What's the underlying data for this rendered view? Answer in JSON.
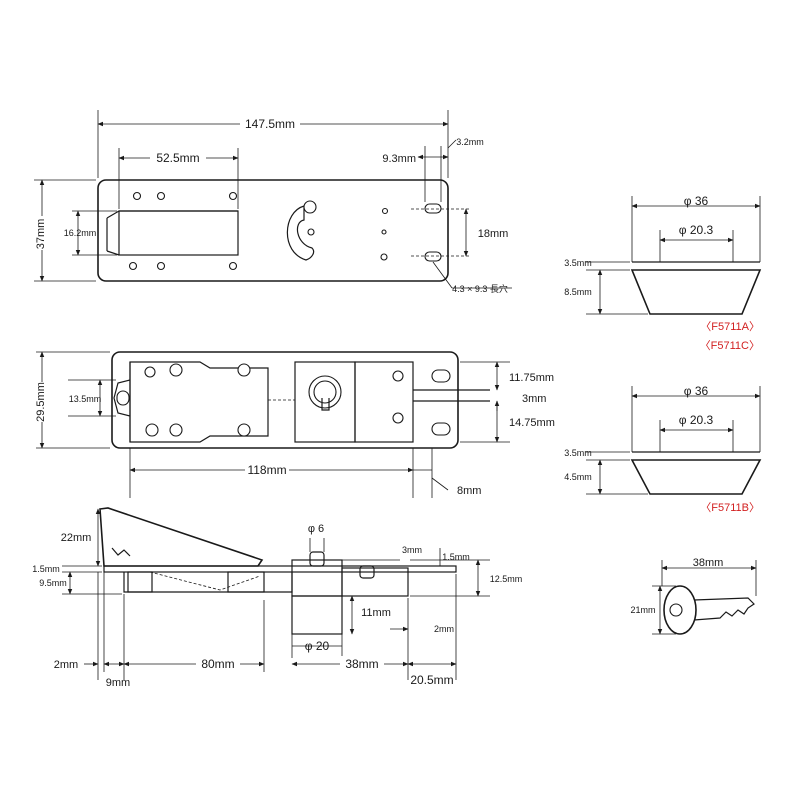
{
  "top_view": {
    "overall_length": "147.5mm",
    "slot_offset": "52.5mm",
    "edge_hole_offset": "9.3mm",
    "hole_width": "3.2mm",
    "height": "37mm",
    "slot_height": "16.2mm",
    "hole_pitch": "18mm",
    "slotted_hole_note": "4.3 × 9.3 長穴"
  },
  "bottom_view": {
    "height": "29.5mm",
    "left_gap": "13.5mm",
    "upper_dim": "11.75mm",
    "middle_dim": "3mm",
    "lower_dim": "14.75mm",
    "length": "118mm",
    "right_dim": "8mm"
  },
  "side_view": {
    "lever_height": "22mm",
    "plate_thickness": "1.5mm",
    "body_depth": "9.5mm",
    "pin_dia": "φ 6",
    "step_3": "3mm",
    "step_1_5": "1.5mm",
    "total_depth": "12.5mm",
    "cylinder_depth": "11mm",
    "right_gap": "2mm",
    "cylinder_dia": "φ 20",
    "left_2": "2mm",
    "left_9": "9mm",
    "len_80": "80mm",
    "len_38": "38mm",
    "len_20_5": "20.5mm"
  },
  "cap_a": {
    "outer_dia": "φ 36",
    "inner_dia": "φ 20.3",
    "top_h": "3.5mm",
    "body_h": "8.5mm",
    "model_1": "〈F5711A〉",
    "model_2": "〈F5711C〉"
  },
  "cap_b": {
    "outer_dia": "φ 36",
    "inner_dia": "φ 20.3",
    "top_h": "3.5mm",
    "body_h": "4.5mm",
    "model": "〈F5711B〉"
  },
  "key": {
    "length": "38mm",
    "height": "21mm"
  },
  "colors": {
    "line": "#1a1a1a",
    "model_label": "#d21f1f"
  }
}
